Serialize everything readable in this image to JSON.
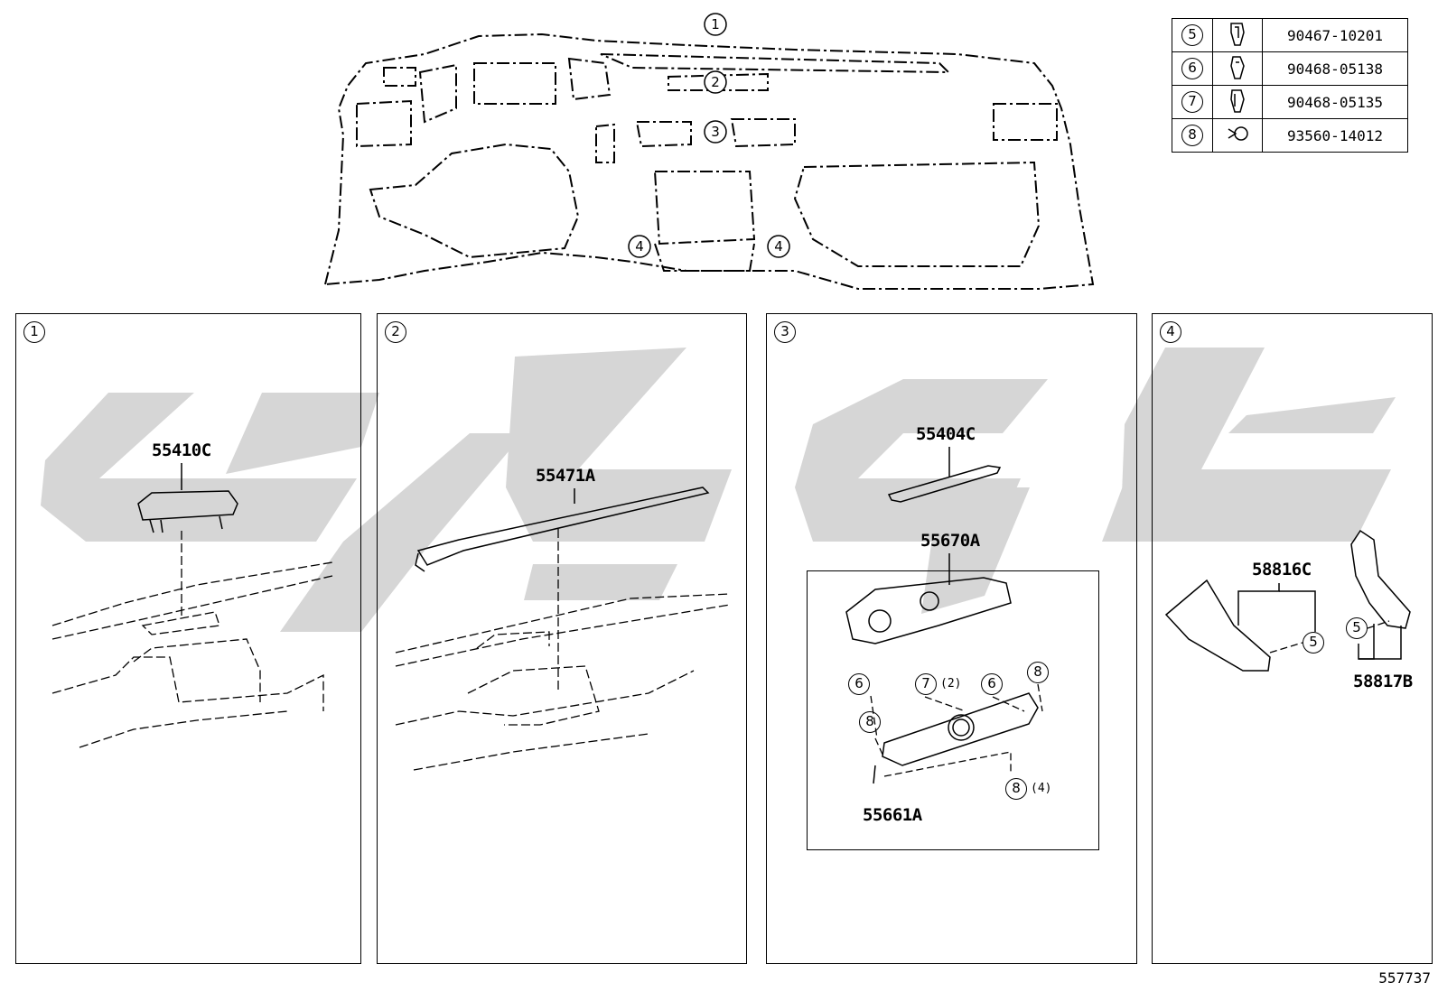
{
  "overview": {
    "callouts": [
      "1",
      "2",
      "3",
      "4",
      "4"
    ]
  },
  "legend": [
    {
      "num": "5",
      "icon": "clip-icon",
      "part": "90467-10201"
    },
    {
      "num": "6",
      "icon": "clip-icon",
      "part": "90468-05138"
    },
    {
      "num": "7",
      "icon": "clip-icon",
      "part": "90468-05135"
    },
    {
      "num": "8",
      "icon": "screw-icon",
      "part": "93560-14012"
    }
  ],
  "panels": [
    {
      "num": "1",
      "parts": [
        "55410C"
      ]
    },
    {
      "num": "2",
      "parts": [
        "55471A"
      ]
    },
    {
      "num": "3",
      "parts": [
        "55404C",
        "55670A",
        "55661A"
      ],
      "callouts": [
        "6",
        "7",
        "6",
        "8",
        "8",
        "8"
      ],
      "qty": [
        "(2)",
        "(4)"
      ]
    },
    {
      "num": "4",
      "parts": [
        "58816C",
        "58817B"
      ],
      "callouts": [
        "5",
        "5"
      ]
    }
  ],
  "figure_id": "557737",
  "colors": {
    "line": "#000000",
    "watermark": "#d6d6d6"
  }
}
